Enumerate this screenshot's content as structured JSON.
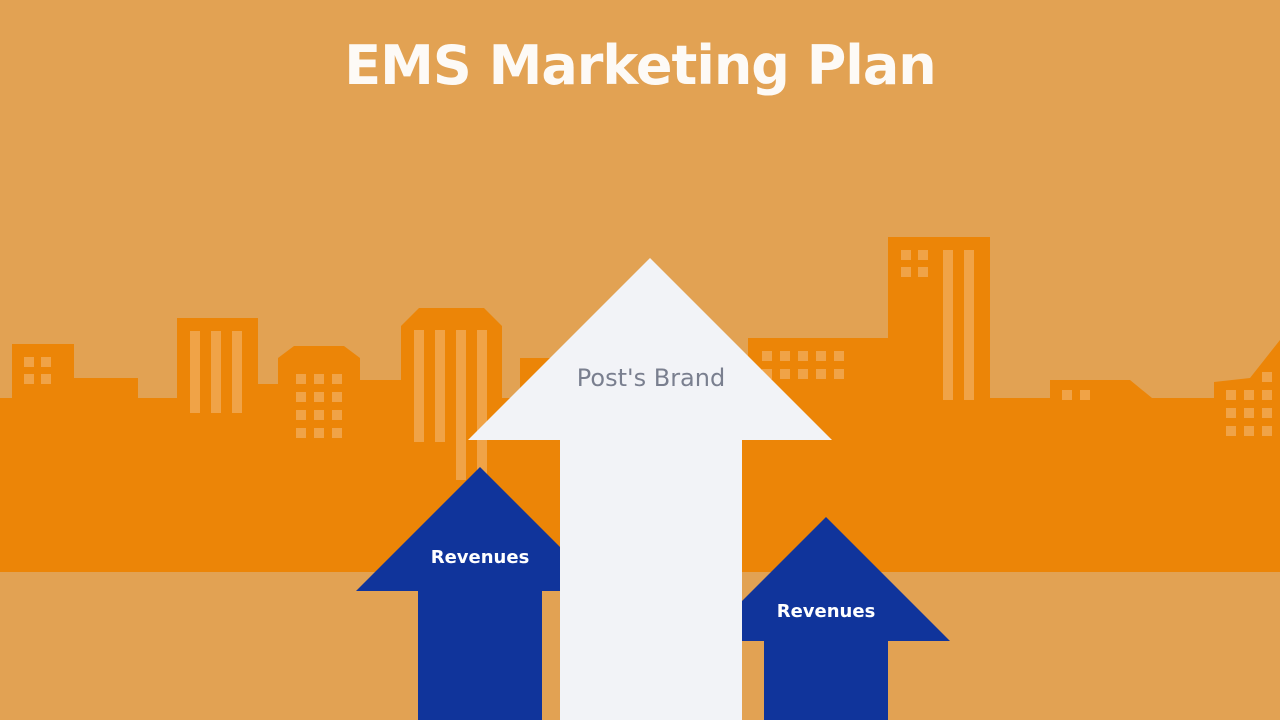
{
  "slide": {
    "title": "EMS Marketing Plan",
    "brand_arrow_label": "Post's Brand",
    "left_arrow_label": "Revenues",
    "right_arrow_label": "Revenues"
  },
  "colors": {
    "background": "#E2A253",
    "skyline": "#EC8507",
    "windows": "#F0A347",
    "brand_arrow": "#F2F3F7",
    "revenue_arrows": "#10349B",
    "title_text": "#FFFFFF",
    "brand_label_text": "#7A7F8F"
  }
}
